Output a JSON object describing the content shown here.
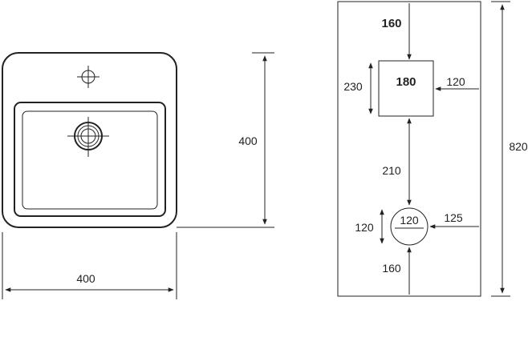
{
  "front_view": {
    "height_label": "400",
    "width_label": "400"
  },
  "wall_layout": {
    "top_offset_label": "160",
    "box_height_label": "230",
    "box_width_label": "180",
    "box_side_offset_label": "120",
    "height_label": "820",
    "gap_label": "210",
    "drain_height_label": "120",
    "drain_diameter_label": "120",
    "drain_side_offset_label": "125",
    "bottom_offset_label": "160"
  },
  "colors": {
    "line": "#222222",
    "background": "#ffffff"
  }
}
